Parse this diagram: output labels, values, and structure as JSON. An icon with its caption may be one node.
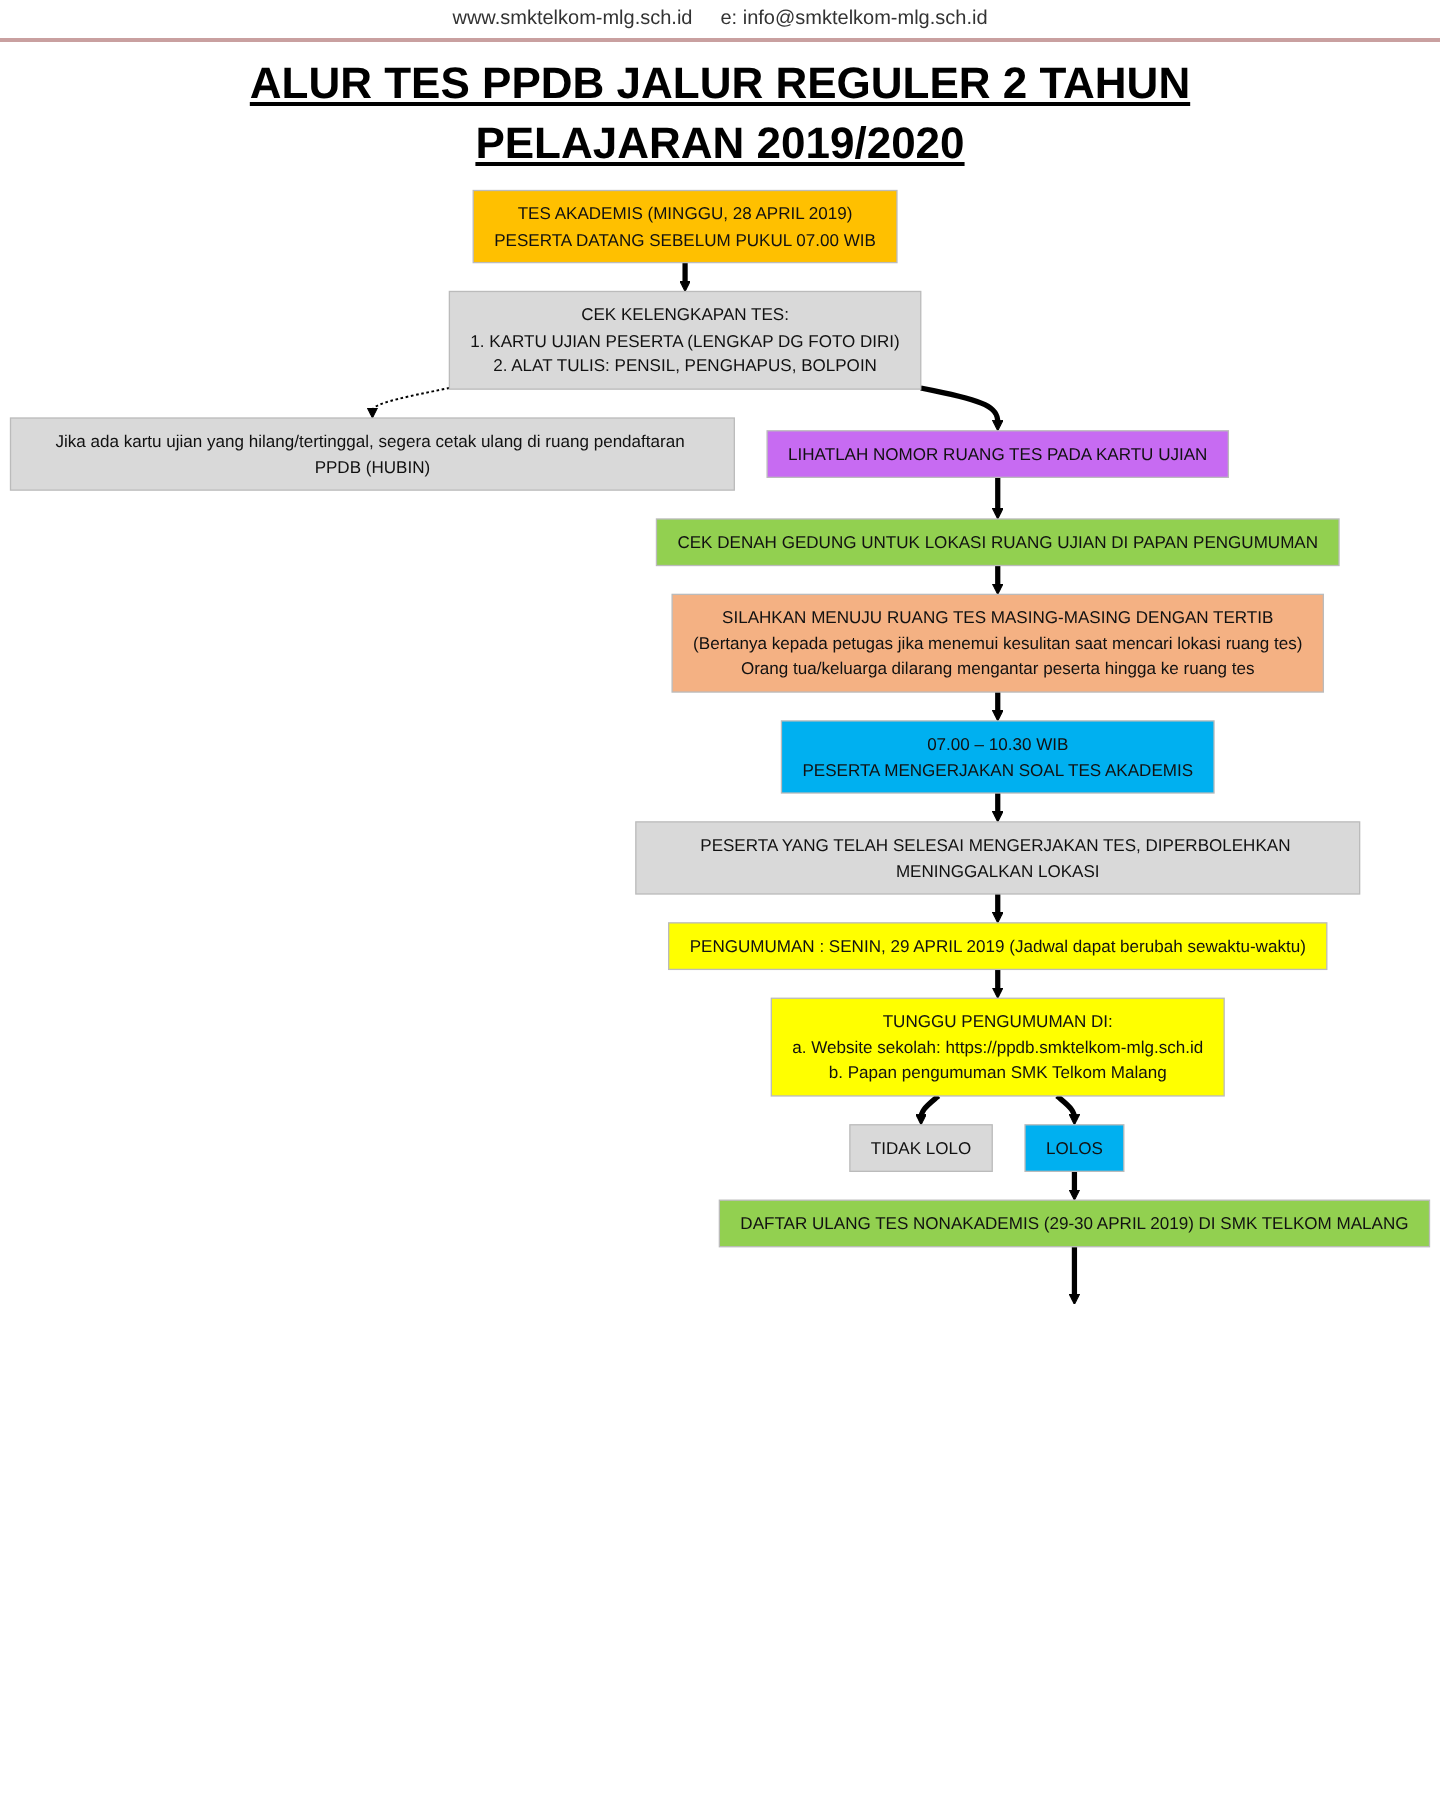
{
  "diagram": {
    "title": "ALUR TES PPDB JALUR REGULER 2 TAHUN PELAJARAN 2019/2020",
    "nodes": [
      {
        "text": [
          "TES AKADEMIS (MINGGU, 28 APRIL 2019)",
          "PESERTA DATANG SEBELUM PUKUL 07.00 WIB"
        ]
      },
      {
        "text": [
          "CEK KELENGKAPAN TES:",
          "1. KARTU UJIAN PESERTA (LENGKAP DG FOTO DIRI)",
          "2. ALAT TULIS: PENSIL, PENGHAPUS, BOLPOIN"
        ]
      },
      {
        "text": [
          "Jika ada kartu ujian yang hilang/tertinggal, segera cetak ulang di ruang pendaftaran PPDB (HUBIN)"
        ]
      },
      {
        "text": [
          "LIHATLAH NOMOR RUANG TES PADA KARTU UJIAN"
        ]
      },
      {
        "text": [
          "CEK DENAH GEDUNG UNTUK LOKASI RUANG UJIAN DI PAPAN PENGUMUMAN"
        ]
      },
      {
        "text": [
          "SILAHKAN MENUJU RUANG TES MASING-MASING DENGAN TERTIB",
          "(Bertanya kepada petugas jika menemui kesulitan saat mencari lokasi ruang tes)",
          "Orang tua/keluarga dilarang mengantar peserta hingga ke ruang tes"
        ]
      },
      {
        "text": [
          "07.00 – 10.30 WIB",
          "PESERTA MENGERJAKAN SOAL TES AKADEMIS"
        ]
      },
      {
        "text": [
          "PESERTA YANG TELAH SELESAI MENGERJAKAN TES, DIPERBOLEHKAN MENINGGALKAN LOKASI"
        ]
      },
      {
        "text": [
          "PENGUMUMAN : SENIN, 29 APRIL 2019 (Jadwal dapat berubah sewaktu-waktu)"
        ]
      },
      {
        "text": [
          "TUNGGU PENGUMUMAN DI:",
          "a. Website sekolah: https://ppdb.smktelkom-mlg.sch.id",
          "b. Papan pengumuman SMK Telkom Malang"
        ]
      },
      {
        "text": [
          "TIDAK LOLO"
        ]
      },
      {
        "text": [
          "LOLOS"
        ]
      },
      {
        "text": [
          "DAFTAR ULANG TES NONAKADEMIS (29-30 APRIL 2019) DI SMK TELKOM MALANG"
        ]
      }
    ],
    "edges": [
      {
        "from": 0,
        "to": 1,
        "arrow": "to"
      },
      {
        "from": 1,
        "to": 2,
        "arrow": "to",
        "style": "dashed"
      },
      {
        "from": 1,
        "to": 3,
        "arrow": "to"
      },
      {
        "from": 3,
        "to": 4,
        "arrow": "to"
      },
      {
        "from": 4,
        "to": 5,
        "arrow": "to"
      },
      {
        "from": 5,
        "to": 6,
        "arrow": "to"
      },
      {
        "from": 6,
        "to": 7,
        "arrow": "to"
      },
      {
        "from": 7,
        "to": 8,
        "arrow": "to"
      },
      {
        "from": 8,
        "to": 9,
        "arrow": "to"
      },
      {
        "from": 9,
        "to": 10,
        "arrow": "to"
      },
      {
        "from": 9,
        "to": 11,
        "arrow": "to"
      },
      {
        "from": 11,
        "to": 12,
        "arrow": "to"
      },
      {
        "from": 12,
        "to": null,
        "arrow": "to"
      }
    ],
    "labels": [
      "www.smktelkom-mlg.sch.id",
      "e: info@smktelkom-mlg.sch.id"
    ]
  }
}
